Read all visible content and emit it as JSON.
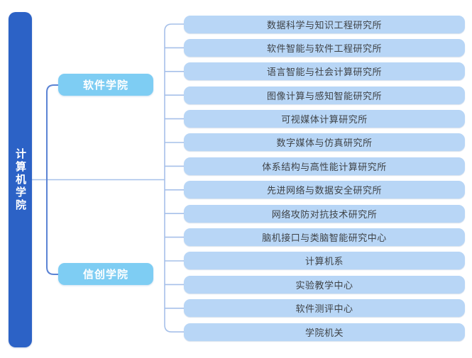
{
  "diagram": {
    "root": {
      "label": "计算机学院"
    },
    "schools": [
      {
        "label": "软件学院"
      },
      {
        "label": "信创学院"
      }
    ],
    "units": [
      {
        "label": "数据科学与知识工程研究所"
      },
      {
        "label": "软件智能与软件工程研究所"
      },
      {
        "label": "语言智能与社会计算研究所"
      },
      {
        "label": "图像计算与感知智能研究所"
      },
      {
        "label": "可视媒体计算研究所"
      },
      {
        "label": "数字媒体与仿真研究所"
      },
      {
        "label": "体系结构与高性能计算研究所"
      },
      {
        "label": "先进网络与数据安全研究所"
      },
      {
        "label": "网络攻防对抗技术研究所"
      },
      {
        "label": "脑机接口与类脑智能研究中心"
      },
      {
        "label": "计算机系"
      },
      {
        "label": "实验教学中心"
      },
      {
        "label": "软件测评中心"
      },
      {
        "label": "学院机关"
      }
    ],
    "colors": {
      "root_fill": "#2c62c6",
      "root_text": "#ffffff",
      "school_fill": "#7ecdf3",
      "school_text": "#ffffff",
      "unit_fill": "#b8d6f6",
      "unit_text": "#3f4347",
      "connector_light": "#a6c0e9",
      "connector_accent": "#5b83d4"
    }
  }
}
